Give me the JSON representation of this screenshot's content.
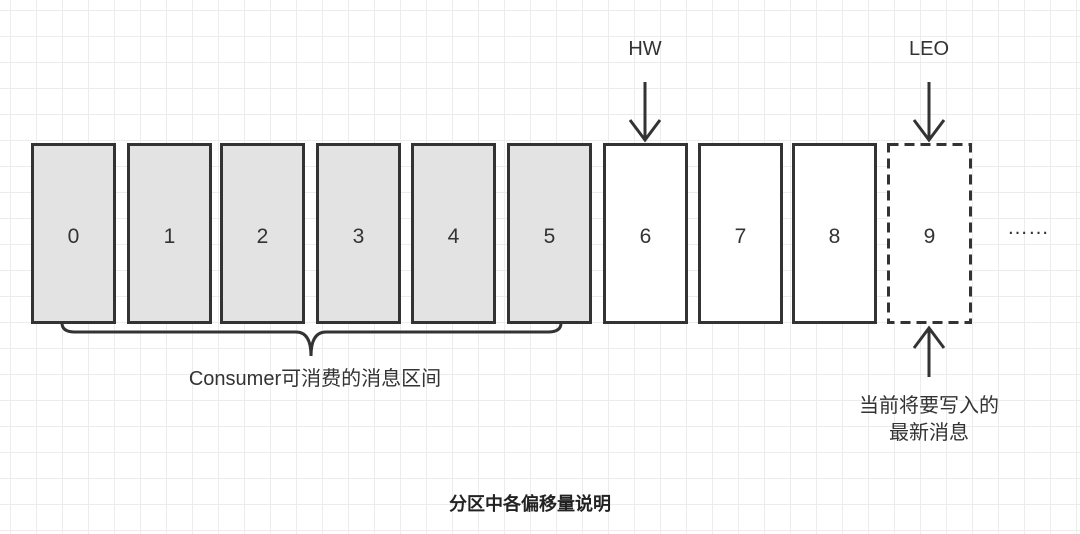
{
  "diagram": {
    "cells": [
      {
        "label": "0",
        "state": "consumable"
      },
      {
        "label": "1",
        "state": "consumable"
      },
      {
        "label": "2",
        "state": "consumable"
      },
      {
        "label": "3",
        "state": "consumable"
      },
      {
        "label": "4",
        "state": "consumable"
      },
      {
        "label": "5",
        "state": "consumable"
      },
      {
        "label": "6",
        "state": "committed-pending"
      },
      {
        "label": "7",
        "state": "committed-pending"
      },
      {
        "label": "8",
        "state": "committed-pending"
      },
      {
        "label": "9",
        "state": "next-write"
      }
    ],
    "ellipsis": "……",
    "hw_label": "HW",
    "leo_label": "LEO",
    "consumer_range_label": "Consumer可消费的消息区间",
    "next_write_label_line1": "当前将要写入的",
    "next_write_label_line2": "最新消息",
    "caption": "分区中各偏移量说明",
    "colors": {
      "consumable_fill": "#e3e3e3",
      "stroke": "#333333"
    }
  }
}
